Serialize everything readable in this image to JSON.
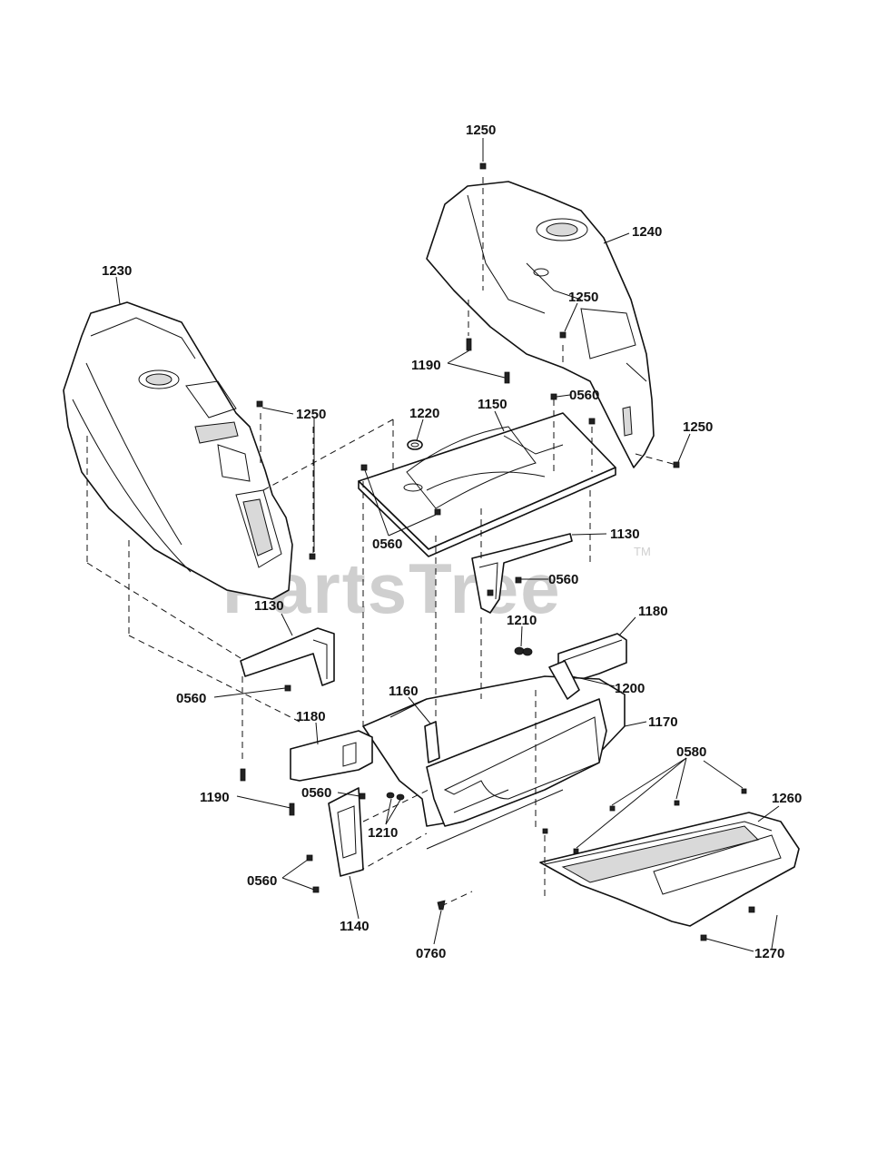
{
  "watermark": {
    "text": "PartsTree",
    "tm": "TM"
  },
  "labels": {
    "l1250a": "1250",
    "l1240": "1240",
    "l1250b": "1250",
    "l1230": "1230",
    "l1190a": "1190",
    "l1250c": "1250",
    "l1220": "1220",
    "l1150": "1150",
    "l0560a": "0560",
    "l1250d": "1250",
    "l0560b": "0560",
    "l1130a": "1130",
    "l0560c": "0560",
    "l1130b": "1130",
    "l1210a": "1210",
    "l1180a": "1180",
    "l0560d": "0560",
    "l1200": "1200",
    "l1160": "1160",
    "l1180b": "1180",
    "l1170": "1170",
    "l0580": "0580",
    "l1190b": "1190",
    "l0560e": "0560",
    "l1260": "1260",
    "l1210b": "1210",
    "l0560f": "0560",
    "l1140": "1140",
    "l0760": "0760",
    "l1270": "1270"
  }
}
